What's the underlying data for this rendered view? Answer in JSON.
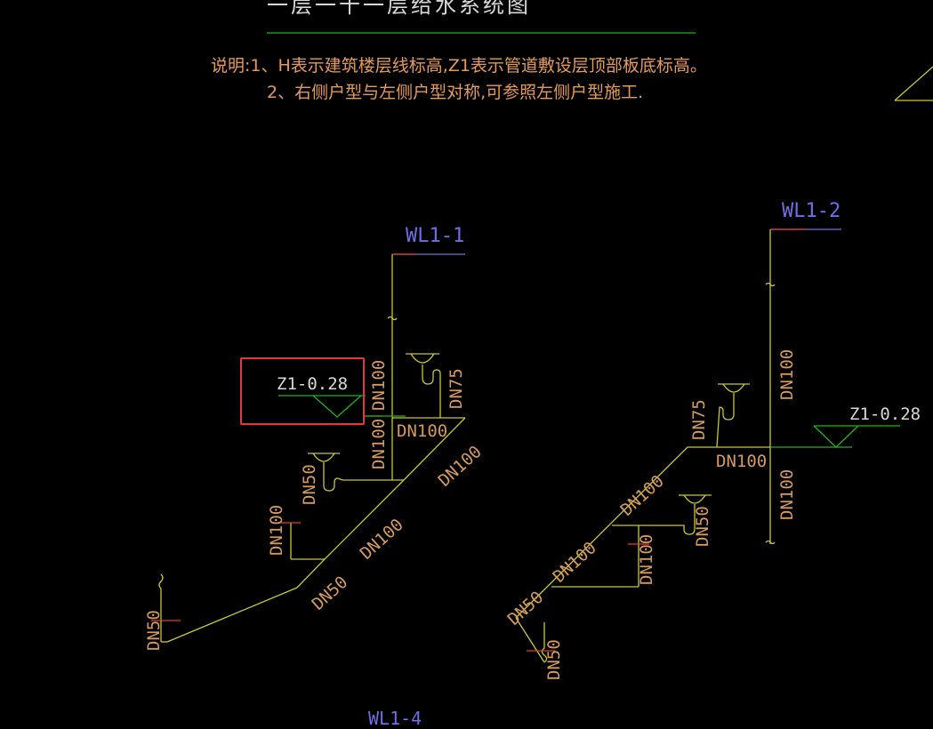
{
  "title": "一层一十一层给水系统图",
  "notes": {
    "line1": "说明:1、H表示建筑楼层线标高,Z1表示管道敷设层顶部板底标高。",
    "line2": "2、右侧户型与左侧户型对称,可参照左侧户型施工."
  },
  "left_system": {
    "tag": "WL1-1",
    "elevation": "Z1-0.28",
    "labels": {
      "riser": "DN100",
      "riser_lower": "DN100",
      "branch_top": "DN100",
      "trap_right": "DN75",
      "diag_upper": "DN100",
      "diag_mid": "DN100",
      "trap_mid": "DN50",
      "vert_lower": "DN100",
      "diag_lower": "DN50",
      "end": "DN50"
    }
  },
  "right_system": {
    "tag": "WL1-2",
    "elevation": "Z1-0.28",
    "labels": {
      "riser_upper": "DN100",
      "riser_lower": "DN100",
      "branch": "DN100",
      "trap_left": "DN75",
      "diag_upper": "DN100",
      "trap_right": "DN50",
      "vert_mid": "DN100",
      "diag_mid": "DN100",
      "diag_lower": "DN50",
      "end": "DN50"
    }
  },
  "bottom_tag": "WL1-4",
  "colors": {
    "background": "#000000",
    "pipe": "#c8c832",
    "label": "#d49a5e",
    "tag": "#6e6ee6",
    "elevation_mark": "#1db31d",
    "marker": "#e53935",
    "highlight": "#e53935"
  }
}
